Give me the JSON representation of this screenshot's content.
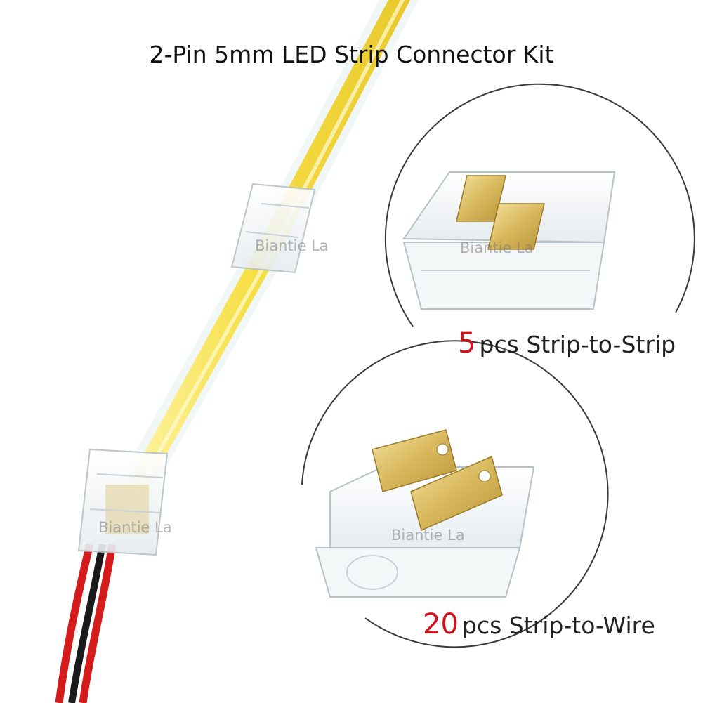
{
  "title": "2-Pin 5mm LED Strip Connector Kit",
  "items": [
    {
      "count": "5",
      "label": "pcs Strip-to-Strip"
    },
    {
      "count": "20",
      "label": "pcs Strip-to-Wire"
    }
  ],
  "watermark": "Biantie La",
  "colors": {
    "strip": "#f6df47",
    "count_text": "#d1111a",
    "wire_red": "#d51c1c",
    "wire_black": "#1a1a1a",
    "pin_gold": "#d8b85c"
  }
}
